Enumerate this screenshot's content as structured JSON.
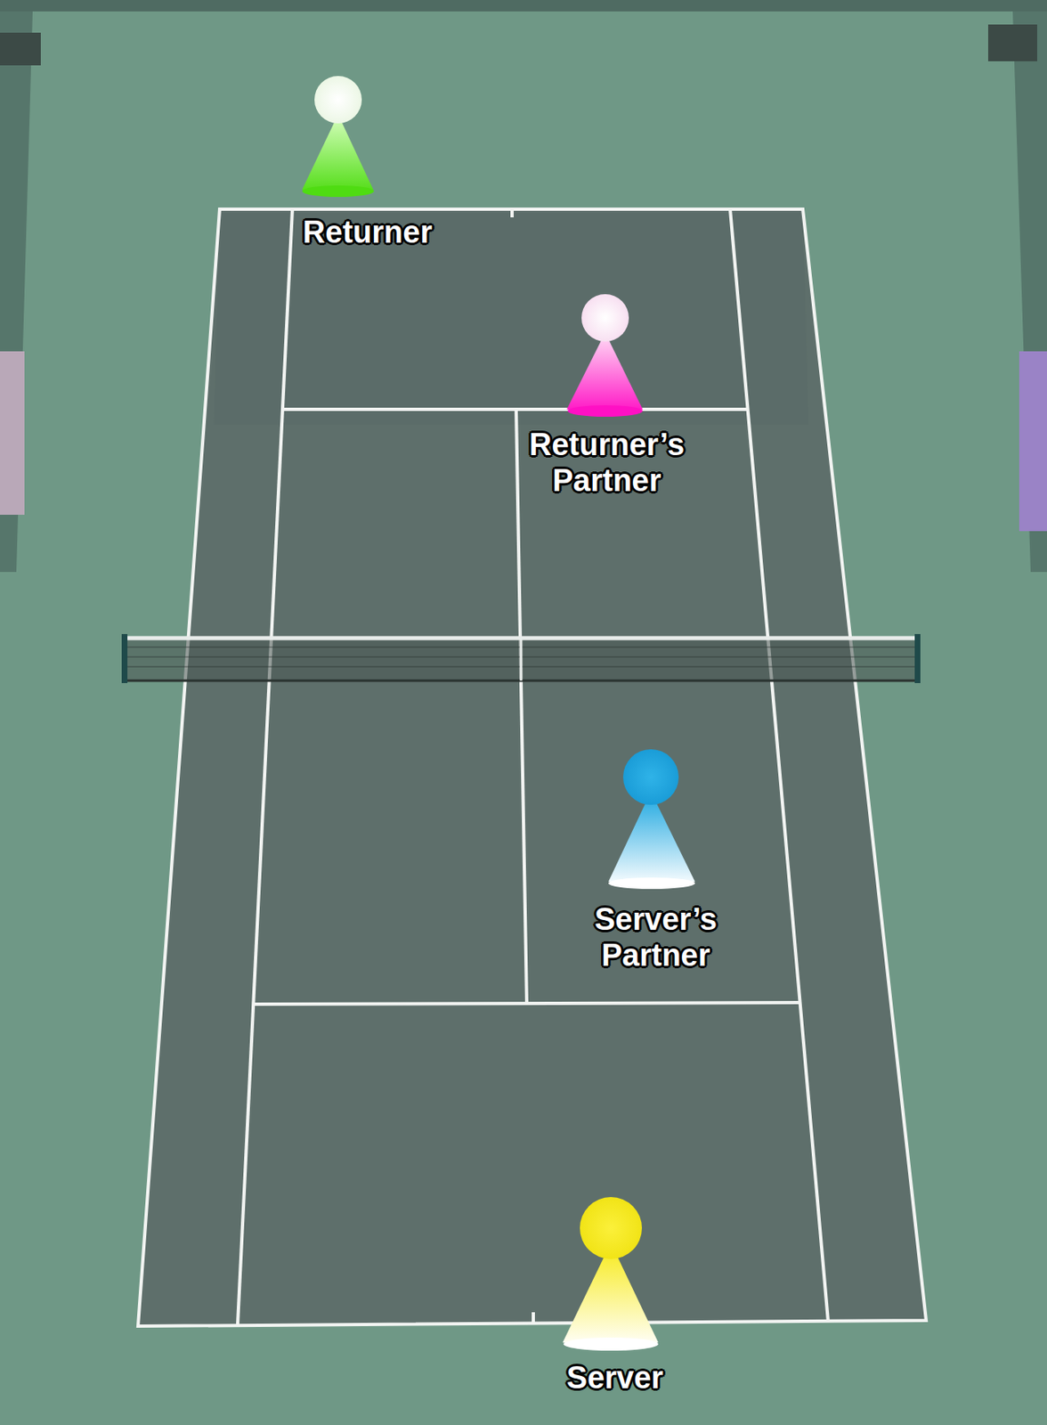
{
  "diagram": {
    "labels": [
      "Returner",
      "Returner’s Partner",
      "Server’s Partner",
      "Server"
    ]
  }
}
